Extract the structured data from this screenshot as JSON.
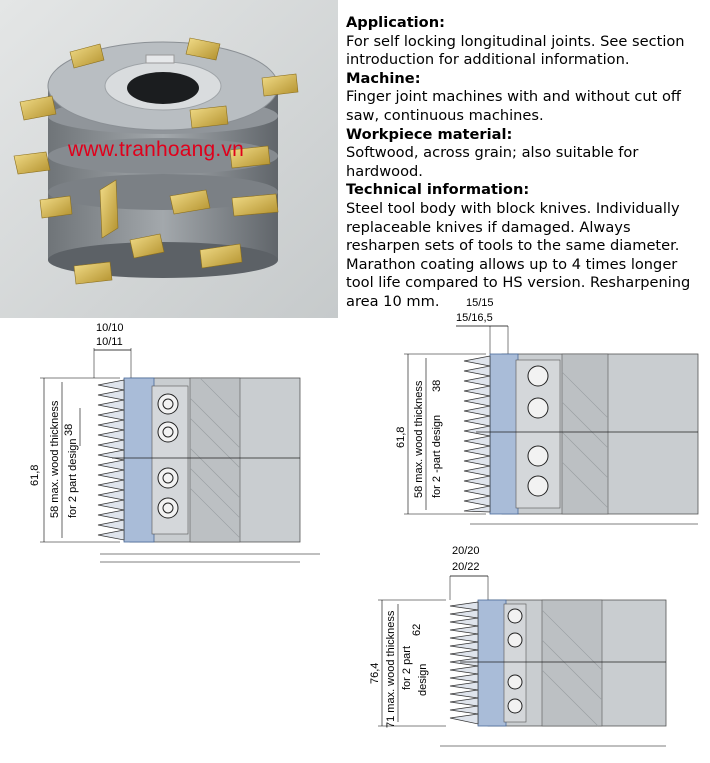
{
  "watermark": "www.tranhoang.vn",
  "sections": [
    {
      "heading": "Application:",
      "body": "For self locking longitudinal joints. See section introduction for additional information."
    },
    {
      "heading": "Machine:",
      "body": "Finger joint machines with and without cut off saw, continuous machines."
    },
    {
      "heading": "Workpiece material:",
      "body": "Softwood, across grain; also suitable for hardwood."
    },
    {
      "heading": "Technical information:",
      "body": "Steel tool body with block knives. Individually replaceable knives if damaged. Always resharpen sets of tools to the same diameter. Marathon coating allows up to 4 times longer tool life compared to HS version. Resharpening area 10 mm."
    }
  ],
  "drawings": [
    {
      "dim_top_1": "10/10",
      "dim_top_2": "10/11",
      "total": "61,8",
      "max_wood": "58 max. wood thickness",
      "two_part": "for 2 part design",
      "pitch": "38"
    },
    {
      "dim_top_1": "15/15",
      "dim_top_2": "15/16,5",
      "total": "61,8",
      "max_wood": "58 max. wood thickness",
      "two_part": "for 2 -part design",
      "pitch": "38"
    },
    {
      "dim_top_1": "20/20",
      "dim_top_2": "20/22",
      "total": "76,4",
      "max_wood": "71 max. wood thickness",
      "two_part_a": "for 2 part",
      "two_part_b": "design",
      "pitch": "62"
    }
  ],
  "colors": {
    "knife_blue": "#a9bcd8",
    "body_gray": "#c9cdd0",
    "hatch": "#9a9ea2",
    "tooth_gold": "#d4b24c"
  }
}
